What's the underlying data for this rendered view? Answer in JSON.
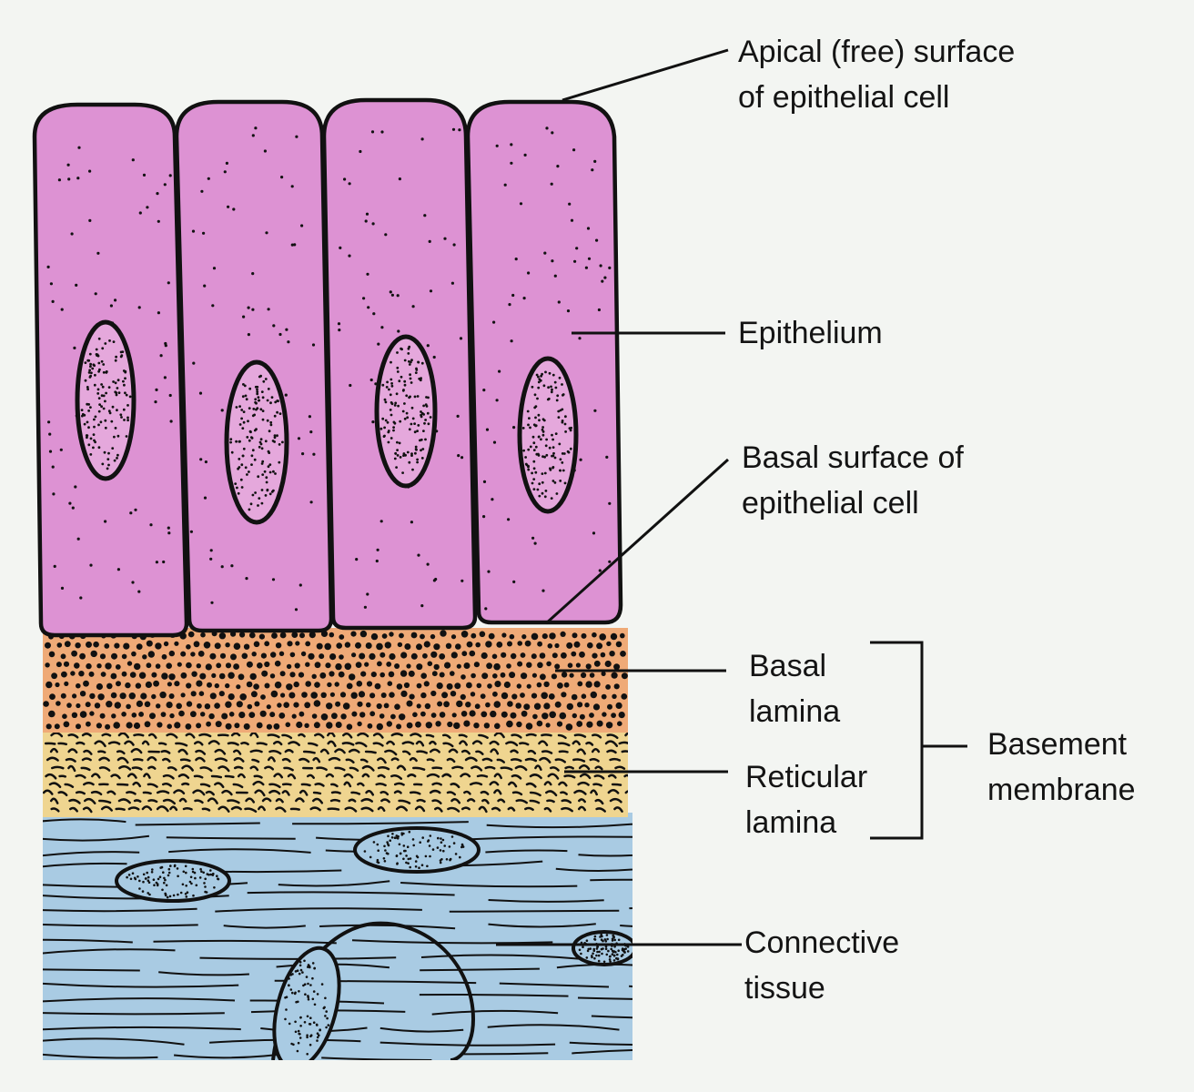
{
  "colors": {
    "background": "#f3f5f2",
    "epithelium": "#dd92d3",
    "nucleus": "#e5a8dc",
    "basal_lamina": "#efaa77",
    "reticular_lamina": "#efd590",
    "connective_tissue": "#a9cbe3",
    "outline": "#111111"
  },
  "labels": {
    "apical": {
      "line1": "Apical (free) surface",
      "line2": "of epithelial cell"
    },
    "epithelium": {
      "line1": "Epithelium"
    },
    "basal_surface": {
      "line1": "Basal surface of",
      "line2": "epithelial cell"
    },
    "basal_lamina": {
      "line1": "Basal",
      "line2": "lamina"
    },
    "reticular_lamina": {
      "line1": "Reticular",
      "line2": "lamina"
    },
    "basement_membrane": {
      "line1": "Basement",
      "line2": "membrane"
    },
    "connective_tissue": {
      "line1": "Connective",
      "line2": "tissue"
    }
  }
}
